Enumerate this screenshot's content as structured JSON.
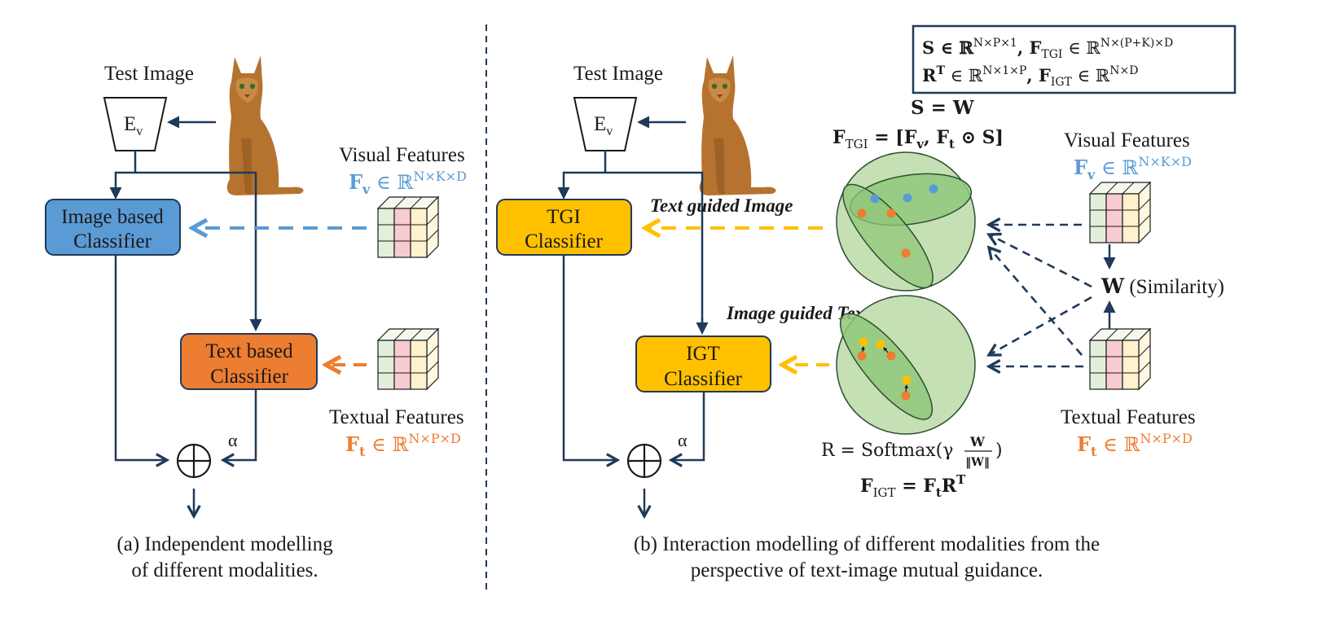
{
  "left_panel": {
    "test_image_label": "Test Image",
    "encoder_label": "E",
    "encoder_sub": "v",
    "image_classifier": [
      "Image based",
      "Classifier"
    ],
    "text_classifier": [
      "Text based",
      "Classifier"
    ],
    "visual_features_label": "Visual Features",
    "visual_features_math": "F",
    "visual_features_sub": "v",
    "visual_features_set": " ∈ ℝ",
    "visual_features_sup": "N×K×D",
    "textual_features_label": "Textual Features",
    "textual_features_math": "F",
    "textual_features_sub": "t",
    "textual_features_set": " ∈ ℝ",
    "textual_features_sup": "N×P×D",
    "alpha": "α",
    "sum_symbol": "⊕",
    "caption": [
      "(a) Independent modelling",
      "of different modalities."
    ]
  },
  "right_panel": {
    "test_image_label": "Test Image",
    "encoder_label": "E",
    "encoder_sub": "v",
    "tgi_classifier": [
      "TGI",
      "Classifier"
    ],
    "igt_classifier": [
      "IGT",
      "Classifier"
    ],
    "text_guided_image": "Text guided Image",
    "image_guided_text": "Image guided Text",
    "s_eq_w": "S = W",
    "f_tgi_lhs": "F",
    "f_tgi_sub": "TGI",
    "f_tgi_rhs": " = [F",
    "f_tgi_v": "v",
    "f_tgi_mid": ", F",
    "f_tgi_t": "t",
    "f_tgi_end": " ⊙ S]",
    "r_lhs": "R = Softmax(γ",
    "r_num": "W",
    "r_den": "‖W‖",
    "r_end": ")",
    "f_igt_lhs": "F",
    "f_igt_sub": "IGT",
    "f_igt_rhs": " = F",
    "f_igt_t": "t",
    "f_igt_r": "R",
    "f_igt_sup": "T",
    "visual_features_label": "Visual Features",
    "textual_features_label": "Textual Features",
    "similarity_w": "W",
    "similarity_label": " (Similarity)",
    "alpha": "α",
    "sum_symbol": "⊕",
    "legend": {
      "line1_a": "S ∈ ℝ",
      "line1_a_sup": "N×P×1",
      "line1_b": ", F",
      "line1_b_sub": "TGI",
      "line1_c": " ∈ ℝ",
      "line1_c_sup": "N×(P+K)×D",
      "line2_a": "R",
      "line2_a_sup": "T",
      "line2_b": " ∈ ℝ",
      "line2_b_sup": "N×1×P",
      "line2_c": ", F",
      "line2_c_sub": "IGT",
      "line2_d": " ∈ ℝ",
      "line2_d_sup": "N×D"
    },
    "caption": [
      "(b) Interaction modelling of different modalities from the",
      "perspective of text-image mutual guidance."
    ]
  },
  "colors": {
    "navy": "#1f3a5a",
    "blue_box": "#5b9bd5",
    "orange_box": "#ed7d31",
    "yellow_box": "#ffc000",
    "visual_blue": "#5b9bd5",
    "textual_orange": "#ed7d31",
    "circle_fill": "#c5e0b4",
    "ellipse_fill": "#8fc77a",
    "dot_blue": "#5b9bd5",
    "dot_orange": "#ed7d31",
    "dot_yellow": "#ffc000"
  }
}
